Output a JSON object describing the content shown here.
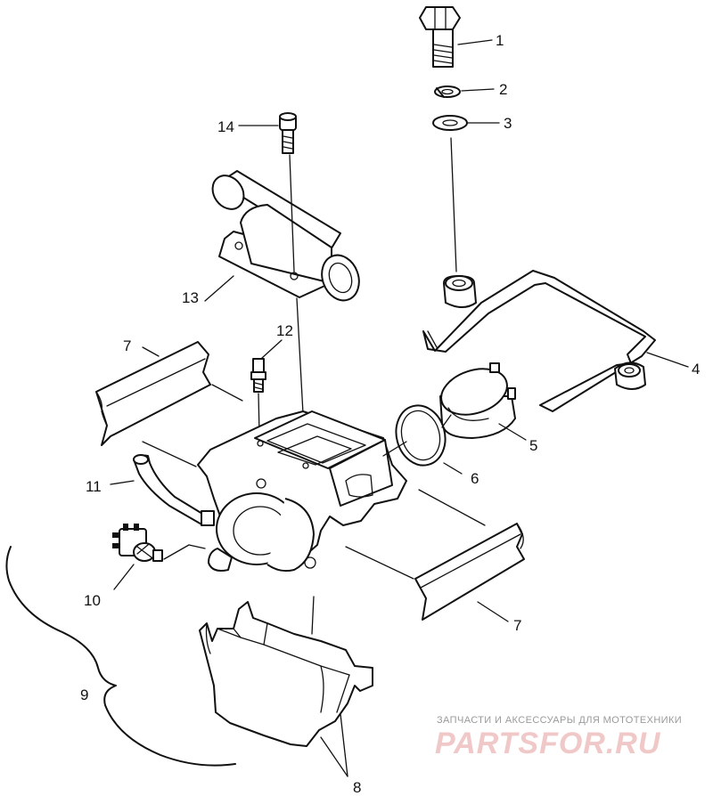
{
  "callouts": {
    "c1": "1",
    "c2": "2",
    "c3": "3",
    "c4": "4",
    "c5": "5",
    "c6": "6",
    "c7a": "7",
    "c7b": "7",
    "c8": "8",
    "c9": "9",
    "c10": "10",
    "c11": "11",
    "c12": "12",
    "c13": "13",
    "c14": "14"
  },
  "watermark": {
    "tagline": "ЗАПЧАСТИ И АКСЕССУАРЫ ДЛЯ МОТОТЕХНИКИ",
    "brand": "PARTSFOR.RU"
  },
  "colors": {
    "line": "#111111",
    "watermark_brand": "#f0c8c8",
    "watermark_text": "#9a9a9a"
  }
}
